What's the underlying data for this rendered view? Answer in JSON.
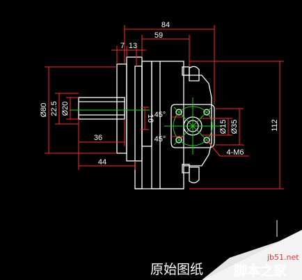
{
  "drawing": {
    "dimensions": {
      "overall_length": "84",
      "body_length": "59",
      "flange_offset_a": "7",
      "flange_offset_b": "13",
      "outer_diameter": "Ø80",
      "pilot_diameter": "22.5",
      "shaft_diameter": "Ø20",
      "shaft_length": "36",
      "shaft_extension": "44",
      "key_width": "16",
      "angle_top": "45°",
      "angle_bottom": "45°",
      "port_diameter_small": "Ø15",
      "port_diameter_large": "Ø35",
      "bolt_callout": "4-M6",
      "overall_height": "112"
    },
    "caption": "原始图纸"
  },
  "watermark": {
    "site": "jb51.net",
    "name": "脚本之家"
  },
  "colors": {
    "background": "#000000",
    "outline": "#ffffff",
    "dimension": "#ff2a2a",
    "centerline": "#1fd11f",
    "watermark_band": "#f3f3f3"
  }
}
